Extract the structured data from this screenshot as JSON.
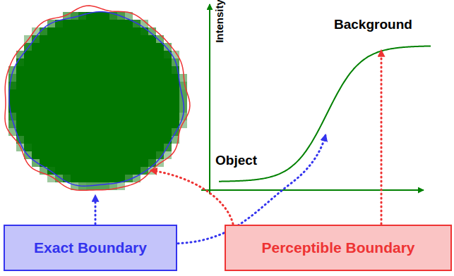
{
  "diagram": {
    "nodes": [
      {
        "text": [
          "Exact Boundary"
        ]
      },
      {
        "text": [
          "Perceptible Boundary"
        ]
      }
    ],
    "labels": [
      "Intensity",
      "Background",
      "Object"
    ]
  }
}
